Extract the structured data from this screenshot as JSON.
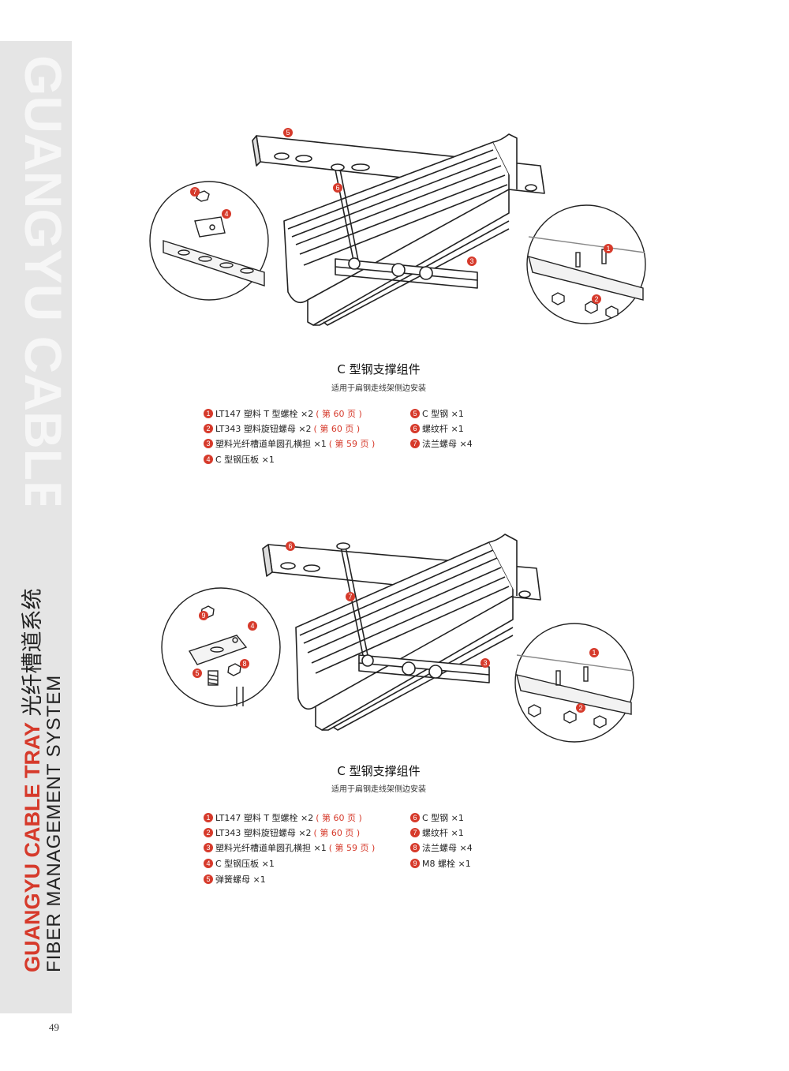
{
  "sidebar": {
    "watermark": "GUANGYU CABLE TRAY",
    "brand_en": "GUANGYU CABLE TRAY",
    "brand_cn": "光纤槽道系统",
    "brand_sub": "FIBER MANAGEMENT SYSTEM"
  },
  "page_number": "49",
  "section1": {
    "title": "C 型钢支撑组件",
    "subtitle": "适用于扁钢走线架侧边安装",
    "labels": [
      "1",
      "2",
      "3",
      "4",
      "5",
      "6",
      "7"
    ],
    "left_parts": [
      {
        "num": "1",
        "text": "LT147  塑料 T 型螺栓 ×2",
        "ref": "( 第 60 页 )"
      },
      {
        "num": "2",
        "text": "LT343  塑料旋钮螺母 ×2",
        "ref": "( 第 60 页 )"
      },
      {
        "num": "3",
        "text": "塑料光纤槽道单圆孔横担 ×1",
        "ref": "( 第 59 页 )"
      },
      {
        "num": "4",
        "text": "C 型钢压板 ×1",
        "ref": ""
      }
    ],
    "right_parts": [
      {
        "num": "5",
        "text": "C 型钢 ×1"
      },
      {
        "num": "6",
        "text": "螺纹杆 ×1"
      },
      {
        "num": "7",
        "text": "法兰螺母 ×4"
      }
    ]
  },
  "section2": {
    "title": "C 型钢支撑组件",
    "subtitle": "适用于扁钢走线架侧边安装",
    "labels": [
      "1",
      "2",
      "3",
      "4",
      "5",
      "6",
      "7",
      "8",
      "9"
    ],
    "left_parts": [
      {
        "num": "1",
        "text": "LT147  塑料 T 型螺栓 ×2",
        "ref": "( 第 60 页 )"
      },
      {
        "num": "2",
        "text": "LT343  塑料旋钮螺母 ×2",
        "ref": "( 第 60 页 )"
      },
      {
        "num": "3",
        "text": "塑料光纤槽道单圆孔横担 ×1",
        "ref": "( 第 59 页 )"
      },
      {
        "num": "4",
        "text": "C 型钢压板 ×1",
        "ref": ""
      },
      {
        "num": "5",
        "text": "弹簧螺母 ×1",
        "ref": ""
      }
    ],
    "right_parts": [
      {
        "num": "6",
        "text": "C 型钢 ×1"
      },
      {
        "num": "7",
        "text": "螺纹杆 ×1"
      },
      {
        "num": "8",
        "text": "法兰螺母 ×4"
      },
      {
        "num": "9",
        "text": "M8 螺栓 ×1"
      }
    ]
  },
  "colors": {
    "accent": "#d63a2b",
    "sidebar": "#e5e5e5"
  }
}
